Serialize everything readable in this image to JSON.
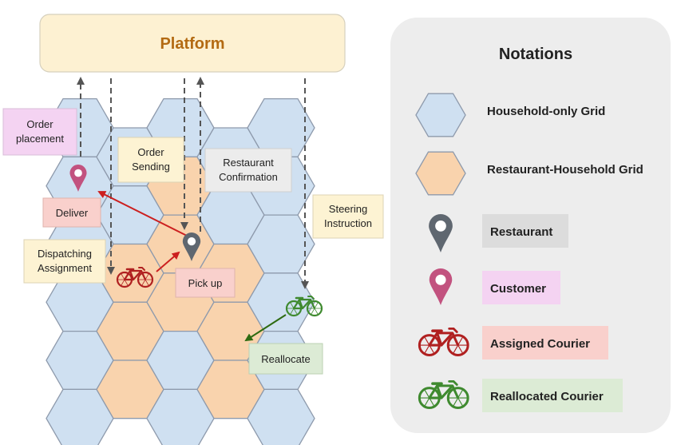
{
  "platform": {
    "title": "Platform"
  },
  "labels": {
    "order_placement": [
      "Order",
      "placement"
    ],
    "order_sending": [
      "Order",
      "Sending"
    ],
    "restaurant_confirmation": [
      "Restaurant",
      "Confirmation"
    ],
    "steering_instruction": [
      "Steering",
      "Instruction"
    ],
    "deliver": "Deliver",
    "dispatching_assignment": [
      "Dispatching",
      "Assignment"
    ],
    "pick_up": "Pick up",
    "reallocate": "Reallocate"
  },
  "notations": {
    "title": "Notations",
    "items": [
      {
        "icon": "hexagon-blue-icon",
        "label": "Household-only Grid"
      },
      {
        "icon": "hexagon-orange-icon",
        "label": "Restaurant-Household Grid"
      },
      {
        "icon": "restaurant-pin-icon",
        "label": "Restaurant"
      },
      {
        "icon": "customer-pin-icon",
        "label": "Customer"
      },
      {
        "icon": "assigned-bike-icon",
        "label": "Assigned Courier"
      },
      {
        "icon": "reallocated-bike-icon",
        "label": "Reallocated Courier"
      }
    ]
  },
  "colors": {
    "household_grid": "#cfe0f1",
    "restaurant_grid": "#f9d3ad",
    "hex_stroke": "#8e9aac",
    "platform_fill": "#fdf1d2",
    "platform_text": "#b36a12",
    "restaurant_pin": "#5f6770",
    "customer_pin": "#c2527f",
    "assigned_courier": "#b02020",
    "reallocated_courier": "#3f8a2f",
    "arrow_dashed": "#555555",
    "arrow_red": "#cc1f1f",
    "arrow_green": "#2e6b12",
    "label_yellow": "#fdf3d3",
    "label_pink_order": "#f4d3f2",
    "label_gray": "#ececec",
    "label_red": "#f9d0cc",
    "label_green": "#dcebd5",
    "notation_panel": "#ededed"
  }
}
